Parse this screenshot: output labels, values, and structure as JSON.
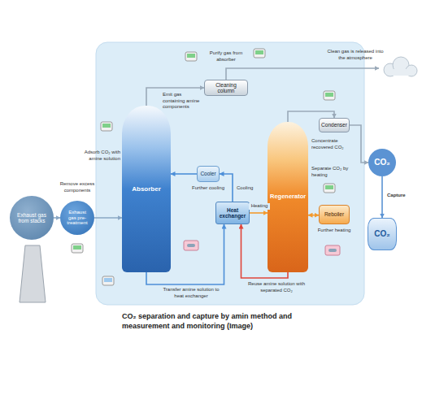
{
  "diagram": {
    "caption": "CO₂ separation and capture by amin method and measurement and monitoring (Image)",
    "nodes": [
      {
        "text": [
          "Exhaust gas from stacks"
        ]
      },
      {
        "text": [
          "Exhaust gas pre-treatment"
        ]
      },
      {
        "text": [
          "Absorber"
        ]
      },
      {
        "text": [
          "Cooler"
        ]
      },
      {
        "text": [
          "Cleaning column"
        ]
      },
      {
        "text": [
          "Heat exchanger"
        ]
      },
      {
        "text": [
          "Regenerator"
        ]
      },
      {
        "text": [
          "Condenser"
        ]
      },
      {
        "text": [
          "Reboiler"
        ]
      },
      {
        "text": [
          "CO₂"
        ]
      },
      {
        "text": [
          "CO₂"
        ]
      }
    ],
    "edges": [
      {
        "from": 0,
        "to": 1,
        "arrow": "to"
      },
      {
        "from": 1,
        "to": 2,
        "arrow": "to"
      },
      {
        "from": 2,
        "to": 4,
        "arrow": "to"
      },
      {
        "from": 2,
        "to": 5,
        "arrow": "to",
        "label": "Transfer amine solution to heat exchanger"
      },
      {
        "from": 5,
        "to": 6,
        "arrow": "to",
        "label": "Heating"
      },
      {
        "from": 6,
        "to": 5,
        "arrow": "to",
        "label": "Reuse amine solution with separated CO₂"
      },
      {
        "from": 5,
        "to": 3,
        "arrow": "to",
        "label": "Cooling"
      },
      {
        "from": 3,
        "to": 2,
        "arrow": "to"
      },
      {
        "from": 6,
        "to": 7,
        "arrow": "to"
      },
      {
        "from": 7,
        "to": 9,
        "arrow": "to"
      },
      {
        "from": 9,
        "to": 10,
        "arrow": "to",
        "label": "Capture"
      },
      {
        "from": 6,
        "to": 8,
        "arrow": "both"
      }
    ],
    "labels": [
      "Remove excess components",
      "Adsorb CO₂ with amine solution",
      "Emit gas containing amine components",
      "Purify gas from absorber",
      "Clean gas is released into the atmosphere",
      "Further cooling",
      "Separate CO₂ by heating",
      "Concentrate recovered CO₂",
      "Further heating"
    ]
  }
}
